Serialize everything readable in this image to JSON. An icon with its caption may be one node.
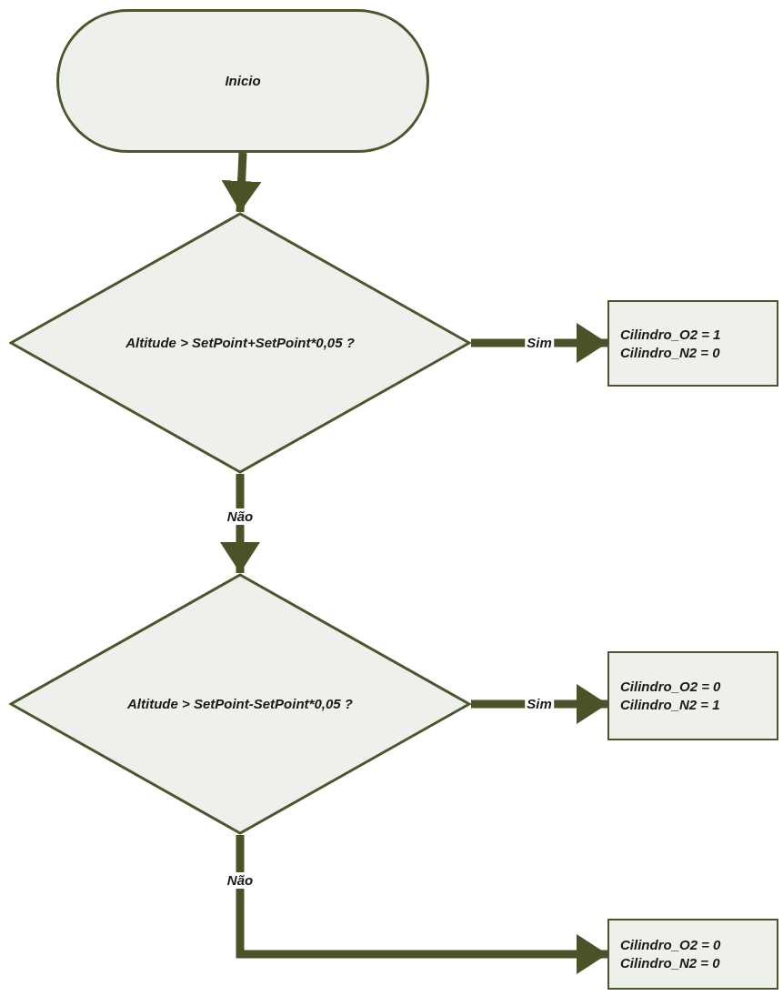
{
  "diagram": {
    "nodes": [
      {
        "text": [
          "Inicio"
        ]
      },
      {
        "text": [
          "Altitude > SetPoint+SetPoint*0,05 ?"
        ]
      },
      {
        "text": [
          "Cilindro_O2 = 1",
          "Cilindro_N2 = 0"
        ]
      },
      {
        "text": [
          "Altitude > SetPoint-SetPoint*0,05 ?"
        ]
      },
      {
        "text": [
          "Cilindro_O2 = 0",
          "Cilindro_N2 = 1"
        ]
      },
      {
        "text": [
          "Cilindro_O2 = 0",
          "Cilindro_N2 = 0"
        ]
      }
    ],
    "edges": [
      {
        "from": 0,
        "to": 1,
        "arrow": "to"
      },
      {
        "from": 1,
        "to": 2,
        "arrow": "to",
        "label": "Sim"
      },
      {
        "from": 1,
        "to": 3,
        "arrow": "to",
        "label": "Não"
      },
      {
        "from": 3,
        "to": 4,
        "arrow": "to",
        "label": "Sim"
      },
      {
        "from": 3,
        "to": 5,
        "arrow": "to",
        "label": "Não"
      }
    ]
  }
}
